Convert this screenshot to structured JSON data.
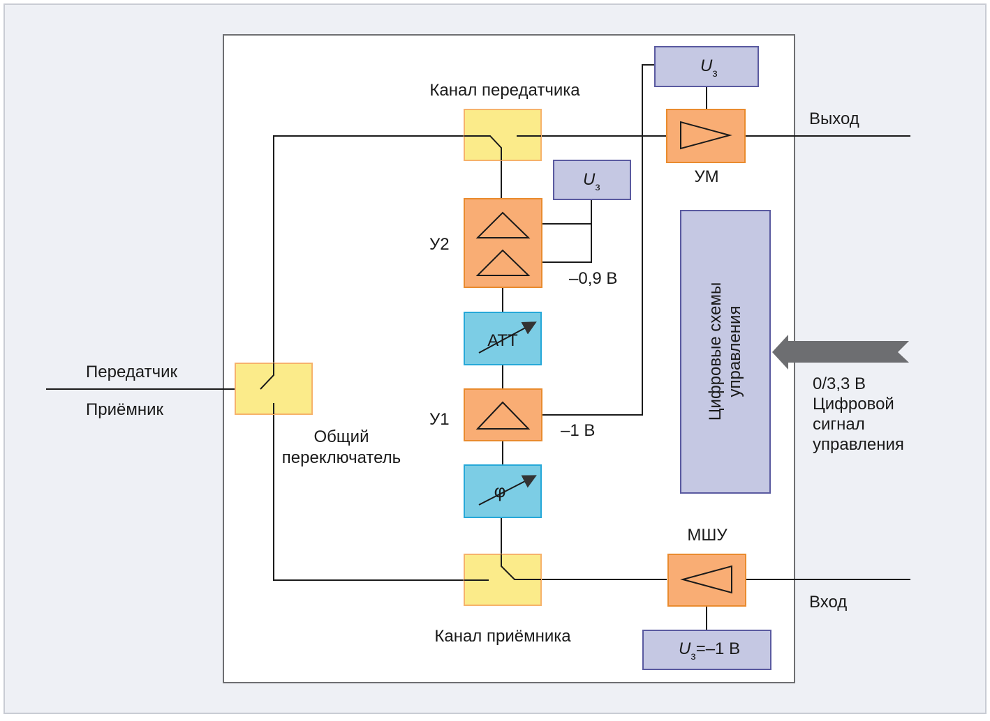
{
  "colors": {
    "background": "#eef0f5",
    "outer_border": "#c9ccd4",
    "panel_fill": "#ffffff",
    "panel_border": "#6d6e71",
    "switch_fill": "#fbeb8a",
    "switch_border": "#f6b26b",
    "amp_fill": "#f9ad74",
    "amp_border": "#e98b2e",
    "ctrl_fill": "#7ccde5",
    "ctrl_border": "#26a8d8",
    "bias_fill": "#c5c8e3",
    "bias_border": "#5a5aa0",
    "arrow": "#6d6e71",
    "line": "#1a1a1a"
  },
  "labels": {
    "tx_channel": "Канал передатчика",
    "rx_channel": "Канал приёмника",
    "common_switch_line1": "Общий",
    "common_switch_line2": "переключатель",
    "transmitter": "Передатчик",
    "receiver": "Приёмник",
    "output": "Выход",
    "input": "Вход",
    "pa": "УМ",
    "lna": "МШУ",
    "amp2": "У2",
    "amp1": "У1",
    "attenuator": "АТТ",
    "phase_shifter": "φ",
    "bias_symbol": "U",
    "bias_subscript": "з",
    "bias_lna_value": "=–1 В",
    "volt_u2": "–0,9 В",
    "volt_u1": "–1 В",
    "digital_block_line1": "Цифровые схемы",
    "digital_block_line2": "управления",
    "digital_signal_line1": "0/3,3 В",
    "digital_signal_line2": "Цифровой",
    "digital_signal_line3": "сигнал",
    "digital_signal_line4": "управления"
  }
}
